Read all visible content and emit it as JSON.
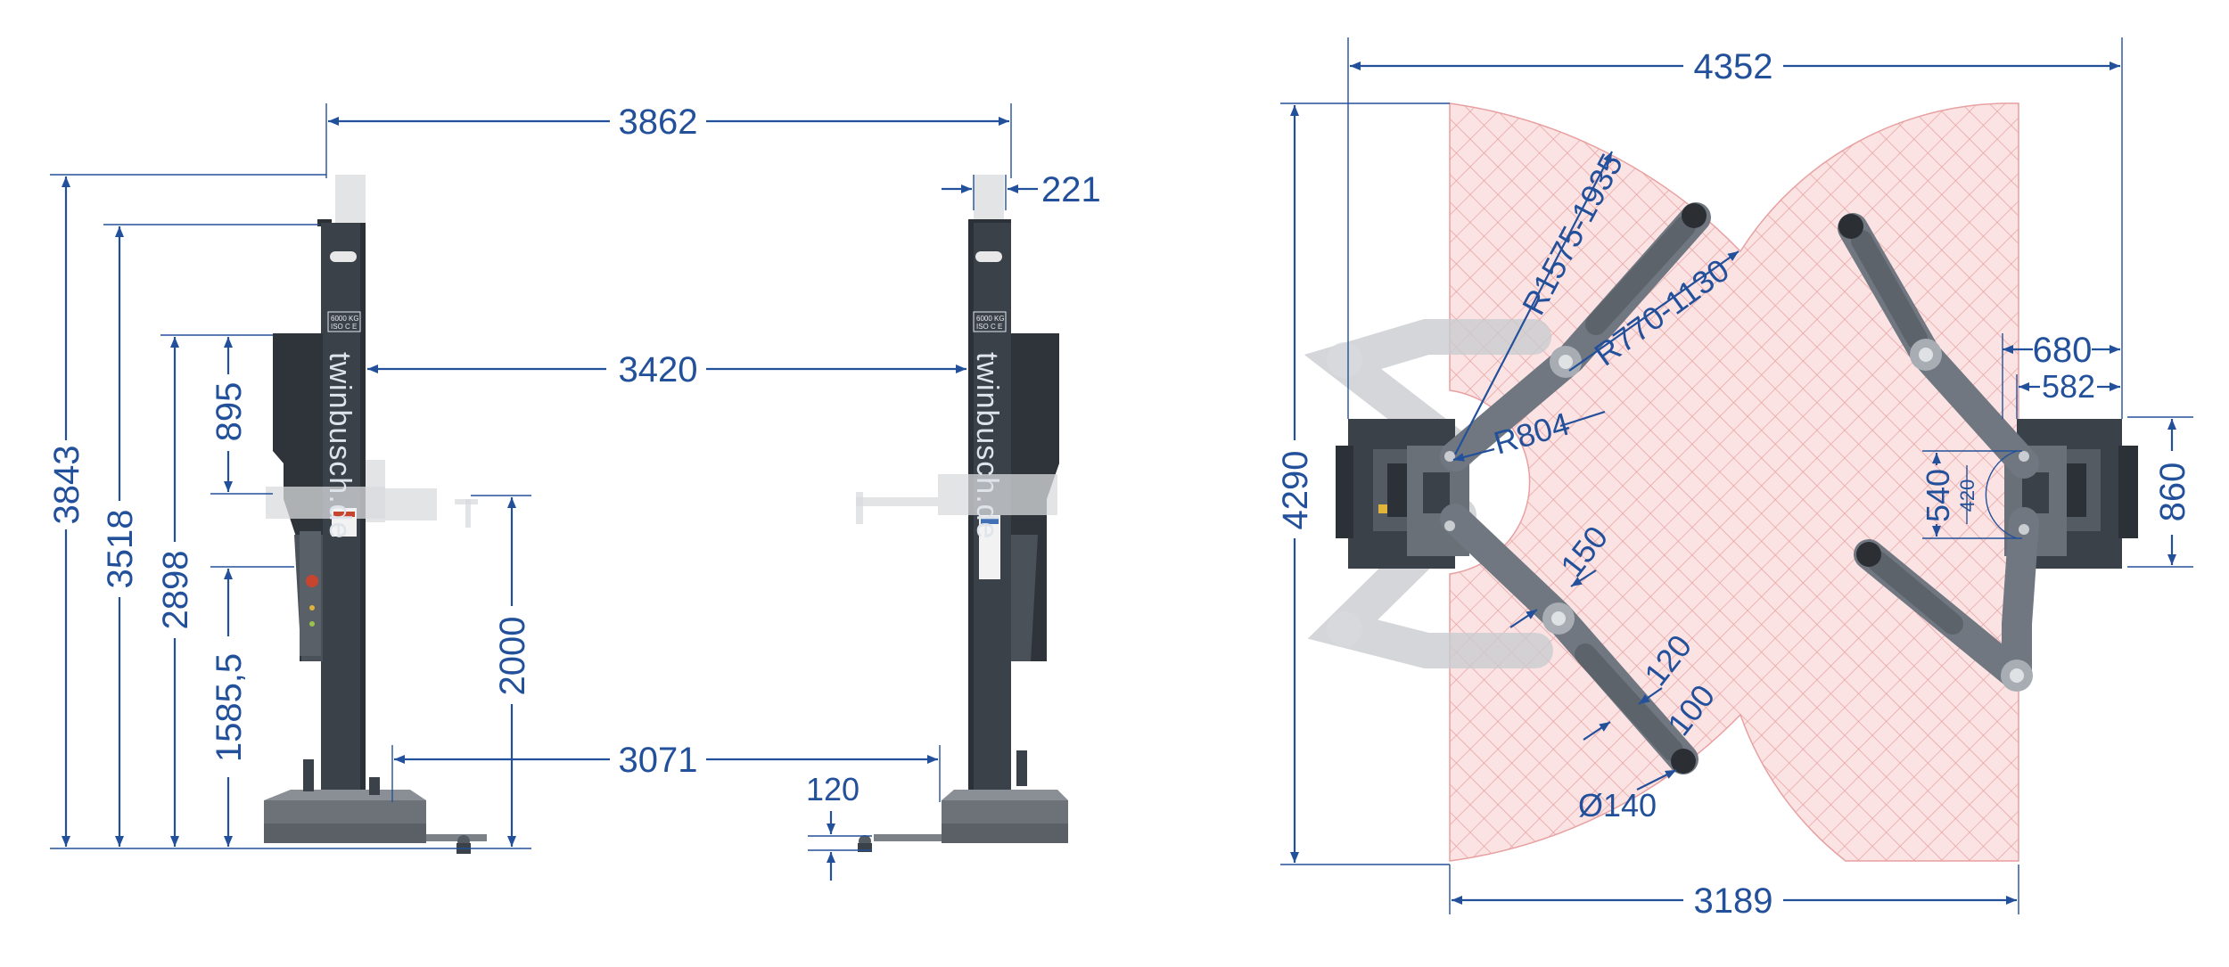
{
  "colors": {
    "dimension": "#23509a",
    "column": "#3b4149",
    "swing_area_fill": "#fbe3e3",
    "swing_area_hatch": "#e8a0a0",
    "ghost_part": "#d9dbde"
  },
  "side_view": {
    "brand_left": "twinbusch.de",
    "brand_right": "twinbusch.de",
    "capacity_plate": "6000 KG",
    "cert_plate": "ISO C E",
    "dims": {
      "overall_width": "3862",
      "column_depth": "221",
      "between_columns": "3420",
      "drive_through": "3071",
      "overall_height": "3843",
      "column_height": "3518",
      "max_lift_height": "2898",
      "carriage_height": "895",
      "min_lift_height": "1585,5",
      "arm_lift": "2000",
      "base_height": "120"
    }
  },
  "top_view": {
    "dims": {
      "overall_width": "4352",
      "overall_depth": "4290",
      "floor_width": "3189",
      "column_offset_outer": "680",
      "column_offset_inner": "582",
      "column_base": "860",
      "pad_span_outer": "540",
      "pad_span_inner": "420",
      "outer_radius": "R1575-1935",
      "inner_radius": "R770-1130",
      "min_radius": "R804",
      "arm_width": "150",
      "arm_end_outer": "120",
      "arm_end_inner": "100",
      "pad_diameter": "Ø140"
    }
  }
}
